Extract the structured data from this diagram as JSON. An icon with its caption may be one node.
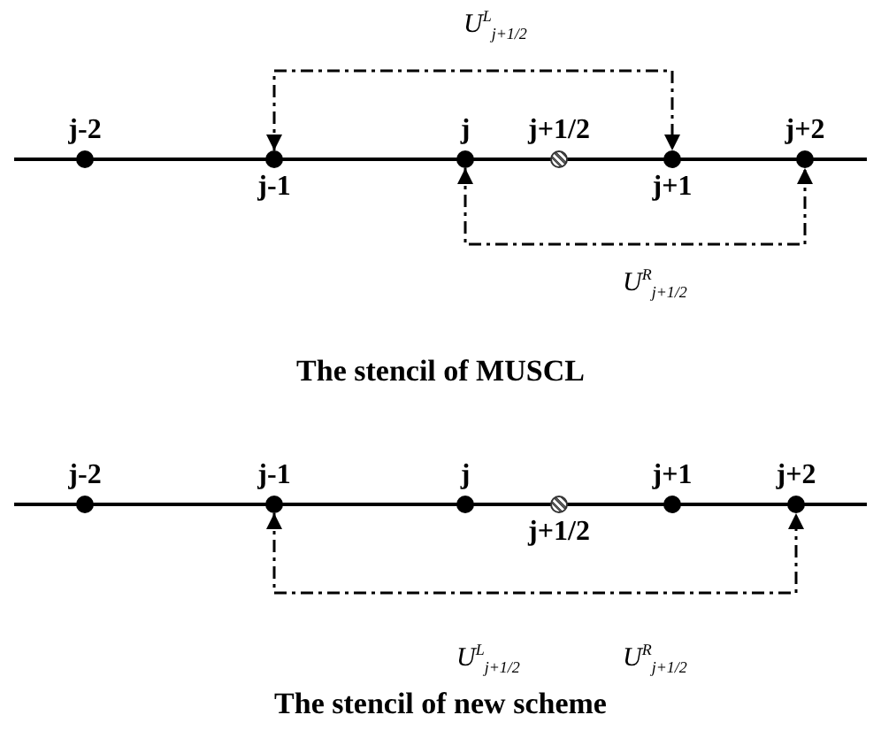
{
  "diagram": {
    "nodes": [
      {
        "text": [
          "j-2"
        ]
      },
      {
        "text": [
          "j-1"
        ]
      },
      {
        "text": [
          "j"
        ]
      },
      {
        "text": [
          "j+1/2"
        ]
      },
      {
        "text": [
          "j+1"
        ]
      },
      {
        "text": [
          "j+2"
        ]
      },
      {
        "text": [
          "j-2"
        ]
      },
      {
        "text": [
          "j-1"
        ]
      },
      {
        "text": [
          "j"
        ]
      },
      {
        "text": [
          "j+1/2"
        ]
      },
      {
        "text": [
          "j+1"
        ]
      },
      {
        "text": [
          "j+2"
        ]
      }
    ],
    "edges": [
      {
        "from": 1,
        "to": 4,
        "arrow": "both",
        "label": "U$^{L}$$_{j+1/2}$"
      },
      {
        "from": 2,
        "to": 5,
        "arrow": "both",
        "label": "U$^{R}$$_{j+1/2}$"
      },
      {
        "from": 7,
        "to": 11,
        "arrow": "both"
      }
    ],
    "labels": [
      "The stencil of MUSCL",
      "U$^{L}$$_{j+1/2}$",
      "U$^{R}$$_{j+1/2}$",
      "The stencil of new scheme"
    ]
  }
}
